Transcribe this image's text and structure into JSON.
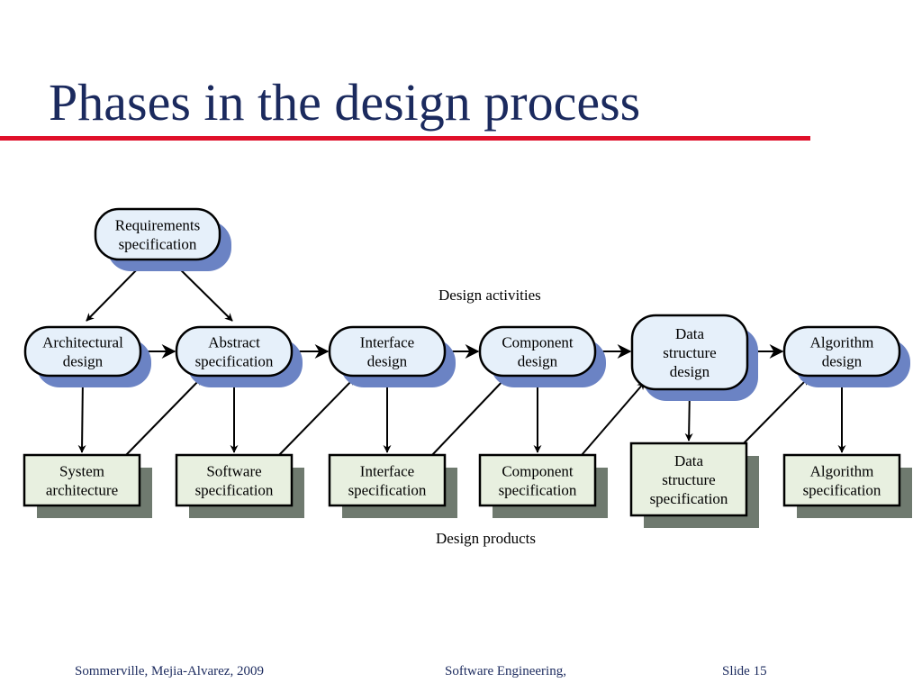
{
  "title": "Phases in the design process",
  "footer": {
    "authors": "Sommerville, Mejia-Alvarez, 2009",
    "course": "Software Engineering,",
    "slide": "Slide 15"
  },
  "diagram": {
    "requirements": [
      "Requirements",
      "specification"
    ],
    "activities_label": "Design activities",
    "products_label": "Design products",
    "activities": [
      [
        "Architectural",
        "design"
      ],
      [
        "Abstract",
        "specification"
      ],
      [
        "Interface",
        "design"
      ],
      [
        "Component",
        "design"
      ],
      [
        "Data",
        "structure",
        "design"
      ],
      [
        "Algorithm",
        "design"
      ]
    ],
    "products": [
      [
        "System",
        "architecture"
      ],
      [
        "Software",
        "specification"
      ],
      [
        "Interface",
        "specification"
      ],
      [
        "Component",
        "specification"
      ],
      [
        "Data",
        "structure",
        "specification"
      ],
      [
        "Algorithm",
        "specification"
      ]
    ],
    "colors": {
      "activity_fill": "#e6f0fa",
      "activity_shadow": "#6b83c4",
      "product_fill": "#e8f0e0",
      "product_shadow": "#6f7a6f",
      "line": "#000000"
    }
  }
}
